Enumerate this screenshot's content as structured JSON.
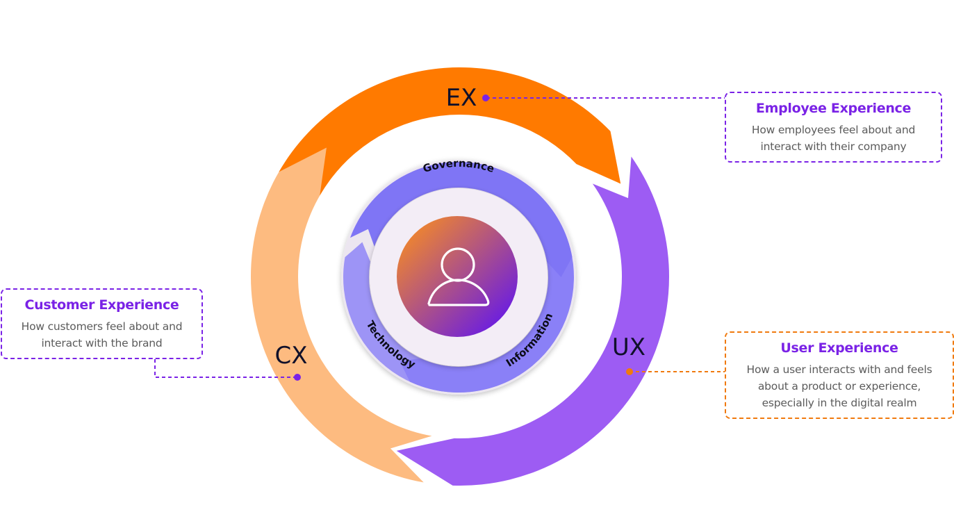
{
  "diagram": {
    "ring_labels": {
      "ex": "EX",
      "ux": "UX",
      "cx": "CX"
    },
    "inner_ring_labels": {
      "governance": "Governance",
      "information": "Information",
      "technology": "Technology"
    },
    "center_icon": "user-icon",
    "colors": {
      "ex_arrow": "#ff7a00",
      "ux_arrow": "#9d5cf3",
      "cx_arrow": "#fdbb80",
      "inner_top": "#7f75f5",
      "inner_right": "#8a80f7",
      "inner_left": "#9d94f6",
      "inner_disc": "#f3edf6",
      "center_gradient_start": "#f58a26",
      "center_gradient_end": "#6418ea",
      "ex_connector": "#7a22e6",
      "cx_connector": "#7a22e6",
      "ux_connector": "#f07a0e"
    }
  },
  "callouts": {
    "ex": {
      "title": "Employee Experience",
      "description_lines": [
        "How employees feel about and",
        "interact with their company"
      ]
    },
    "cx": {
      "title": "Customer Experience",
      "description_lines": [
        "How customers feel about and",
        "interact with the brand"
      ]
    },
    "ux": {
      "title": "User Experience",
      "description_lines": [
        "How a user interacts with and feels",
        "about a product or experience,",
        "especially in the digital realm"
      ]
    }
  }
}
